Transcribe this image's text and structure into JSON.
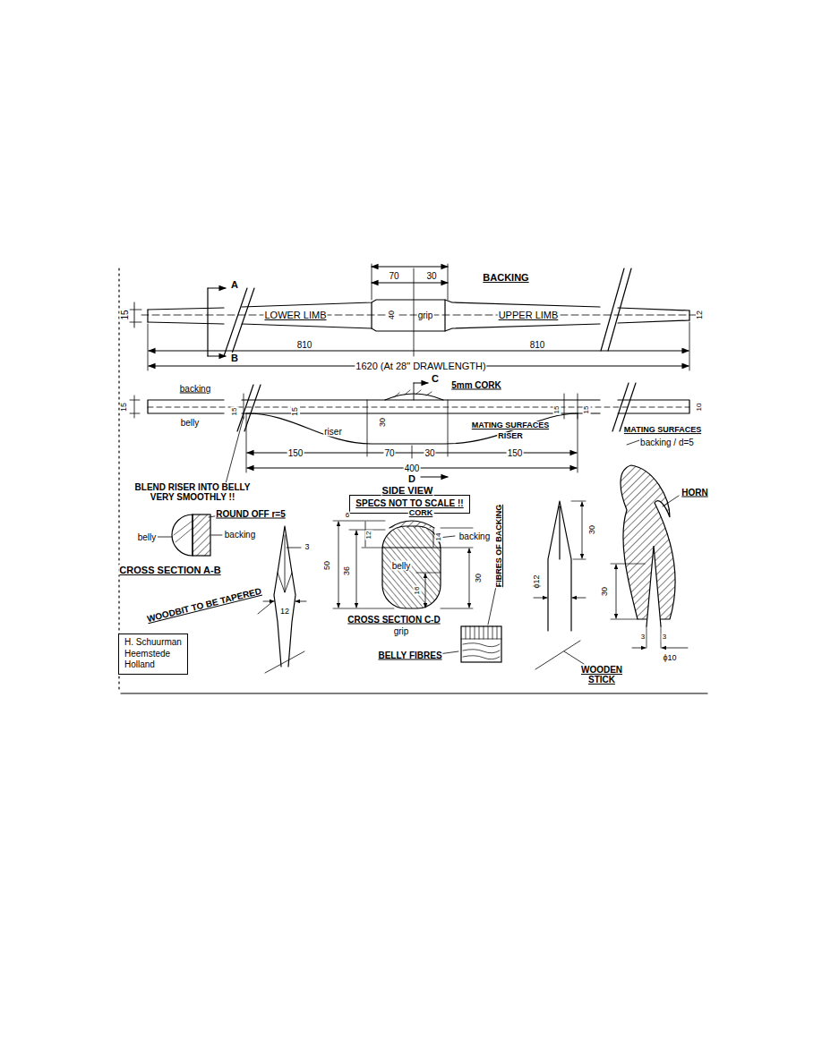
{
  "diagram": {
    "nodes": [
      {
        "text": [
          "SPECS NOT TO SCALE !!"
        ]
      },
      {
        "text": [
          "H. Schuurman",
          "Heemstede",
          "Holland"
        ]
      }
    ],
    "labels": [
      "BACKING",
      "70",
      "30",
      "15",
      "LOWER LIMB",
      "40",
      "grip",
      "UPPER LIMB",
      "12",
      "A",
      "B",
      "810",
      "810",
      "1620 (At 28\" DRAWLENGTH)",
      "backing",
      "belly",
      "15",
      "C",
      "5mm CORK",
      "15",
      "15",
      "30",
      "riser",
      "MATING SURFACES",
      "RISER",
      "15",
      "15",
      "10",
      "MATING SURFACES",
      "backing / d=5",
      "150",
      "70",
      "30",
      "150",
      "400",
      "D",
      "SIDE VIEW",
      "BLEND RISER INTO BELLY VERY SMOOTHLY !!",
      "ROUND OFF r=5",
      "belly",
      "backing",
      "CROSS SECTION A-B",
      "WOODBIT TO BE TAPERED",
      "3",
      "12",
      "CORK",
      "backing",
      "6",
      "12",
      "50",
      "36",
      "belly",
      "14",
      "16",
      "30",
      "CROSS SECTION C-D",
      "grip",
      "FIBRES OF BACKING",
      "BELLY FIBRES",
      "30",
      "ϕ12",
      "WOODEN STICK",
      "HORN",
      "30",
      "3",
      "3",
      "ϕ10"
    ]
  }
}
